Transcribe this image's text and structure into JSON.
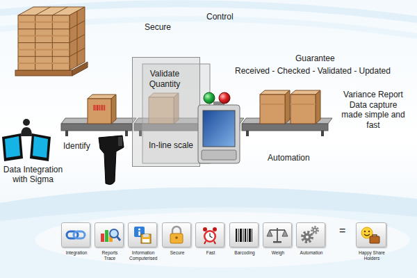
{
  "diagram": {
    "nodes": [
      {
        "text": [
          "Validate Quantity",
          "In-line scale"
        ]
      },
      {
        "text": [
          "Integration"
        ]
      },
      {
        "text": [
          "Reports Trace"
        ]
      },
      {
        "text": [
          "Information Computerised"
        ]
      },
      {
        "text": [
          "Secure"
        ]
      },
      {
        "text": [
          "Fast"
        ]
      },
      {
        "text": [
          "Barcoding"
        ]
      },
      {
        "text": [
          "Weigh"
        ]
      },
      {
        "text": [
          "Automation"
        ]
      },
      {
        "text": [
          "Happy Share Holders"
        ]
      }
    ],
    "labels": [
      "Control",
      "Secure",
      "Guarantee",
      "Received - Checked - Validated - Updated",
      "Variance Report Data capture made simple and fast",
      "Identify",
      "Automation",
      "Data Integration with Sigma",
      "="
    ]
  }
}
